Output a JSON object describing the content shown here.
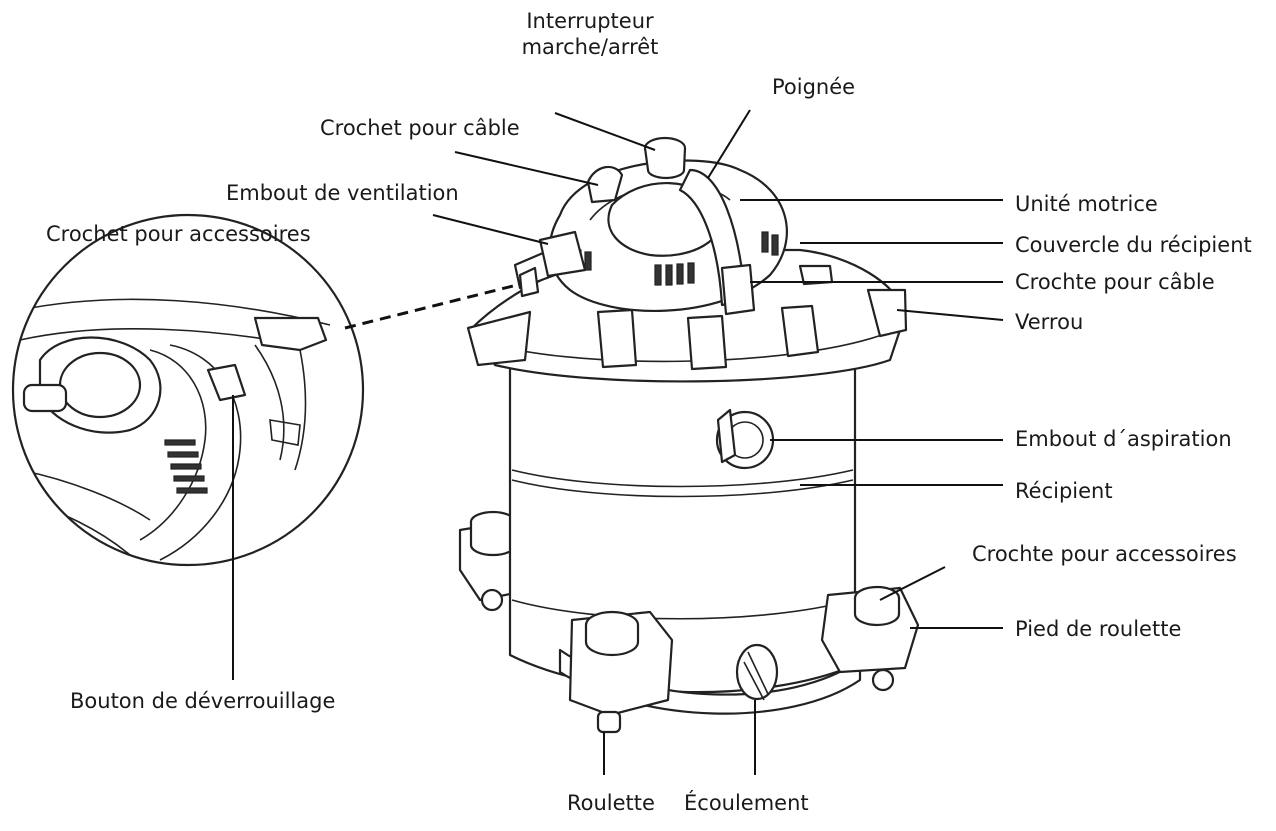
{
  "labels": {
    "switch_line1": "Interrupteur",
    "switch_line2": "marche/arrêt",
    "handle": "Poignée",
    "cord_hook": "Crochet pour câble",
    "vent": "Embout de ventilation",
    "accessory_hook": "Crochet pour accessoires",
    "power_head": "Unité motrice",
    "lid": "Couvercle du récipient",
    "cord_hook_right": "Crochte pour câble",
    "latch": "Verrou",
    "suction_inlet": "Embout d´aspiration",
    "tank": "Récipient",
    "accessory_hook_right": "Crochte pour accessoires",
    "caster_foot": "Pied de roulette",
    "release_button": "Bouton de déverrouillage",
    "caster": "Roulette",
    "drain": "Écoulement"
  }
}
